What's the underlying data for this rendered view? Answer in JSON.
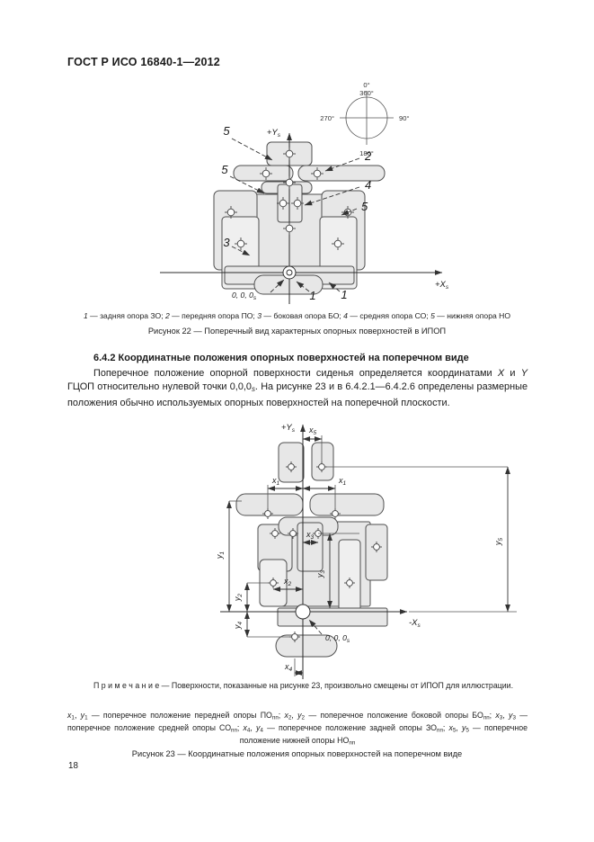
{
  "header": {
    "title": "ГОСТ Р ИСО 16840-1—2012"
  },
  "figure22": {
    "compass": {
      "deg0": "0°",
      "deg360": "360°",
      "deg90": "90°",
      "deg180": "180°",
      "deg270": "270°"
    },
    "axis_y_main": "+Y",
    "axis_x_main": "+X",
    "axis_sub": "s",
    "origin_main": "0, 0, 0",
    "origin_sub": "s",
    "callout_1": "1",
    "callout_2": "2",
    "callout_3": "3",
    "callout_4": "4",
    "callout_5": "5",
    "legend": [
      {
        "t": "1",
        "s": "i"
      },
      {
        "t": " — задняя опора ЗО; "
      },
      {
        "t": "2",
        "s": "i"
      },
      {
        "t": " — передняя опора ПО; "
      },
      {
        "t": "3",
        "s": "i"
      },
      {
        "t": " — боковая опора БО; "
      },
      {
        "t": "4",
        "s": "i"
      },
      {
        "t": " — средняя опора СО; "
      },
      {
        "t": "5",
        "s": "i"
      },
      {
        "t": " — нижняя опора НО"
      }
    ],
    "caption": "Рисунок 22 — Поперечный вид характерных опорных поверхностей в ИПОП"
  },
  "section": {
    "heading": "6.4.2 Координатные положения опорных поверхностей на поперечном виде",
    "paragraph": [
      {
        "t": "Поперечное положение опорной поверхности сиденья определяется координатами "
      },
      {
        "t": "X",
        "s": "i"
      },
      {
        "t": " и "
      },
      {
        "t": "Y",
        "s": "i"
      },
      {
        "t": " ГЦОП относительно нулевой точки 0,0,0"
      },
      {
        "t": "s",
        "s": "isub"
      },
      {
        "t": ". На рисунке 23 и в 6.4.2.1—6.4.2.6 определены размерные положения обычно используемых опорных поверхностей на поперечной плоскости."
      }
    ]
  },
  "figure23": {
    "axis_y_main": "+Y",
    "axis_x_main": "-X",
    "axis_sub": "s",
    "origin_main": "0, 0, 0",
    "origin_sub": "s",
    "dims": {
      "x1": {
        "m": "x",
        "s": "1"
      },
      "x2": {
        "m": "x",
        "s": "2"
      },
      "x3": {
        "m": "x",
        "s": "3"
      },
      "x4": {
        "m": "x",
        "s": "4"
      },
      "x5": {
        "m": "x",
        "s": "5"
      },
      "y1": {
        "m": "y",
        "s": "1"
      },
      "y2": {
        "m": "y",
        "s": "2"
      },
      "y3": {
        "m": "y",
        "s": "3"
      },
      "y4": {
        "m": "y",
        "s": "4"
      },
      "y5": {
        "m": "y",
        "s": "5"
      }
    },
    "note": [
      {
        "t": "П р и м е ч а н и е — Поверхности, показанные на рисунке 23, произвольно смещены от ИПОП для иллюстрации."
      }
    ],
    "legend": [
      {
        "t": "x",
        "s": "i"
      },
      {
        "t": "1",
        "s": "sub"
      },
      {
        "t": ", "
      },
      {
        "t": "y",
        "s": "i"
      },
      {
        "t": "1",
        "s": "sub"
      },
      {
        "t": " — поперечное положение передней опоры ПО"
      },
      {
        "t": "пп",
        "s": "sub"
      },
      {
        "t": "; "
      },
      {
        "t": "x",
        "s": "i"
      },
      {
        "t": "2",
        "s": "sub"
      },
      {
        "t": ", "
      },
      {
        "t": "y",
        "s": "i"
      },
      {
        "t": "2",
        "s": "sub"
      },
      {
        "t": " — поперечное положение боковой опоры БО"
      },
      {
        "t": "пп",
        "s": "sub"
      },
      {
        "t": "; "
      },
      {
        "t": "x",
        "s": "i"
      },
      {
        "t": "3",
        "s": "sub"
      },
      {
        "t": ", "
      },
      {
        "t": "y",
        "s": "i"
      },
      {
        "t": "3",
        "s": "sub"
      },
      {
        "t": " — поперечное положение средней опоры СО"
      },
      {
        "t": "пп",
        "s": "sub"
      },
      {
        "t": "; "
      },
      {
        "t": "x",
        "s": "i"
      },
      {
        "t": "4",
        "s": "sub"
      },
      {
        "t": ", "
      },
      {
        "t": "y",
        "s": "i"
      },
      {
        "t": "4",
        "s": "sub"
      },
      {
        "t": " — поперечное положение задней опоры ЗО"
      },
      {
        "t": "пп",
        "s": "sub"
      },
      {
        "t": "; "
      },
      {
        "t": "x",
        "s": "i"
      },
      {
        "t": "5",
        "s": "sub"
      },
      {
        "t": ", "
      },
      {
        "t": "y",
        "s": "i"
      },
      {
        "t": "5",
        "s": "sub"
      },
      {
        "t": " — поперечное положение нижней опоры НО"
      },
      {
        "t": "пп",
        "s": "sub"
      }
    ],
    "caption": "Рисунок 23 — Координатные положения опорных поверхностей на поперечном виде"
  },
  "footer": {
    "page_number": "18"
  }
}
